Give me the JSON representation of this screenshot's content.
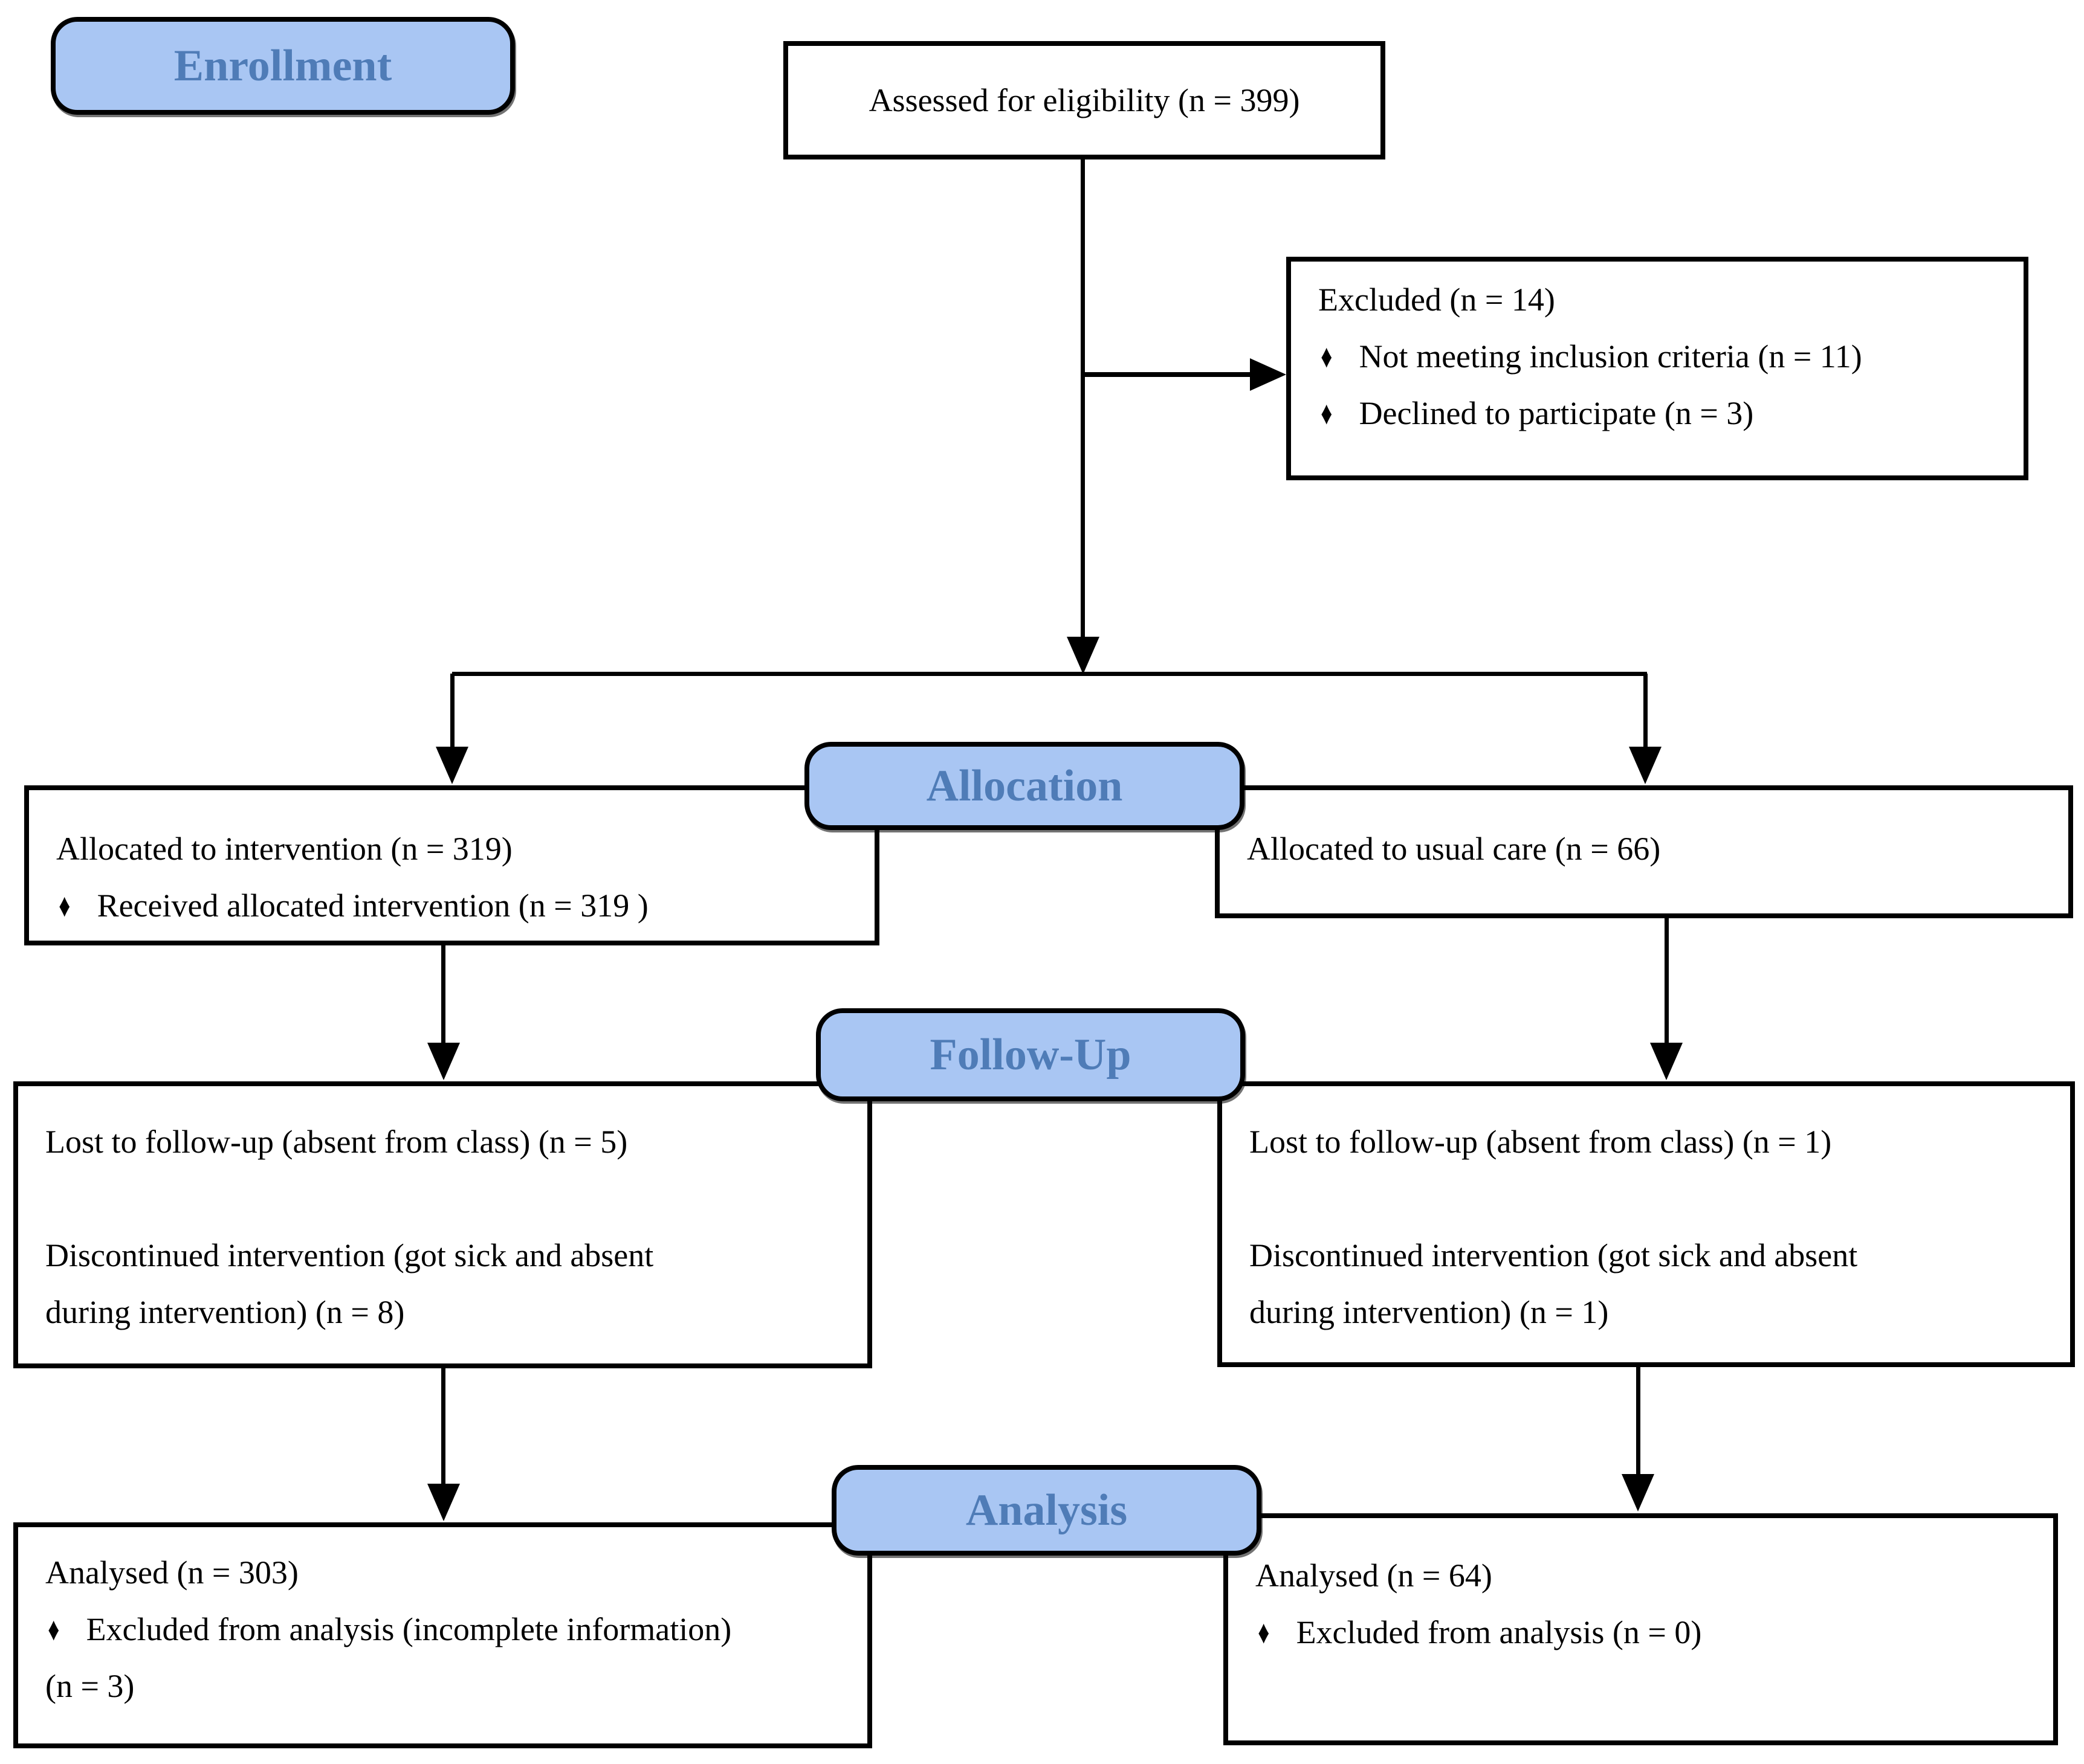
{
  "stage_labels": {
    "enrollment": "Enrollment",
    "allocation": "Allocation",
    "followup": "Follow-Up",
    "analysis": "Analysis"
  },
  "icons": {
    "bullet": "♦"
  },
  "colors": {
    "stage_fill": "#a9c6f3",
    "stage_text": "#4f7cb7",
    "box_border": "#000000",
    "background": "#ffffff"
  },
  "boxes": {
    "assessed": {
      "text": "Assessed for eligibility (n = 399)"
    },
    "excluded": {
      "title": "Excluded  (n = 14)",
      "bullet1": "Not meeting inclusion criteria (n = 11)",
      "bullet2": "Declined to participate (n = 3)"
    },
    "allocated_intervention": {
      "title": "Allocated to intervention (n = 319)",
      "bullet1": "Received allocated intervention (n = 319 )"
    },
    "allocated_usual_care": {
      "title": "Allocated to usual care (n = 66)"
    },
    "followup_intervention": {
      "line1": "Lost to follow-up (absent from class) (n = 5)",
      "line2": "Discontinued intervention (got sick and absent",
      "line3": "during intervention) (n = 8)"
    },
    "followup_usual_care": {
      "line1": "Lost to follow-up (absent from class) (n = 1)",
      "line2": "Discontinued intervention (got sick and absent",
      "line3": "during intervention) (n = 1)"
    },
    "analysed_intervention": {
      "title": "Analysed  (n = 303)",
      "bullet1": "Excluded from analysis (incomplete information)",
      "bullet1_cont": "(n = 3)"
    },
    "analysed_usual_care": {
      "title": "Analysed  (n = 64)",
      "bullet1": "Excluded from analysis (n = 0)"
    }
  }
}
